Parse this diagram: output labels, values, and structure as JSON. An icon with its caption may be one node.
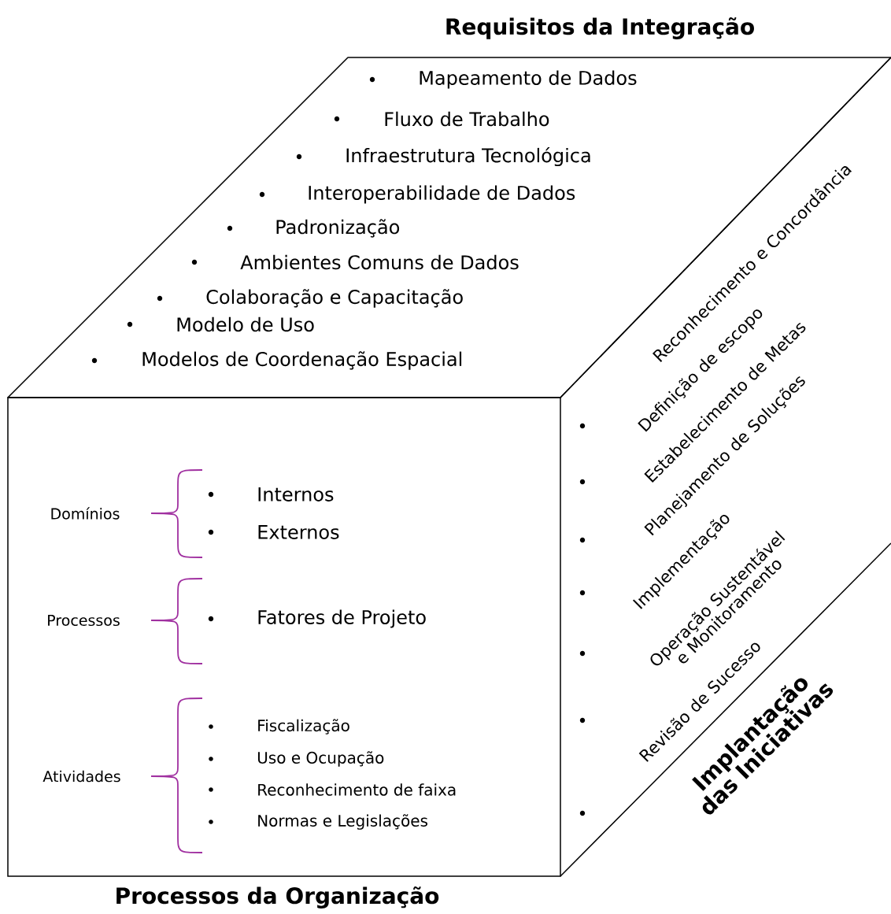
{
  "diagram": {
    "nodes": [
      {
        "text": [
          "Requisitos da Integração",
          "Mapeamento de Dados",
          "Fluxo de Trabalho",
          "Infraestrutura Tecnológica",
          "Interoperabilidade de Dados",
          "Padronização",
          "Ambientes Comuns de Dados",
          "Colaboração e Capacitação",
          "Modelo de Uso",
          "Modelos de Coordenação Espacial"
        ]
      },
      {
        "text": [
          "Processos da Organização",
          "Domínios",
          "Internos",
          "Externos",
          "Processos",
          "Fatores de Projeto",
          "Atividades",
          "Fiscalização",
          "Uso e Ocupação",
          "Reconhecimento de faixa",
          "Normas e Legislações"
        ]
      },
      {
        "text": [
          "Implantação das Iniciativas",
          "Reconhecimento e Concordância",
          "Definição de escopo",
          "Estabelecimento de Metas",
          "Planejamento de Soluções",
          "Implementação",
          "Operação Sustentável e Monitoramento",
          "Revisão de Sucesso"
        ]
      }
    ]
  }
}
